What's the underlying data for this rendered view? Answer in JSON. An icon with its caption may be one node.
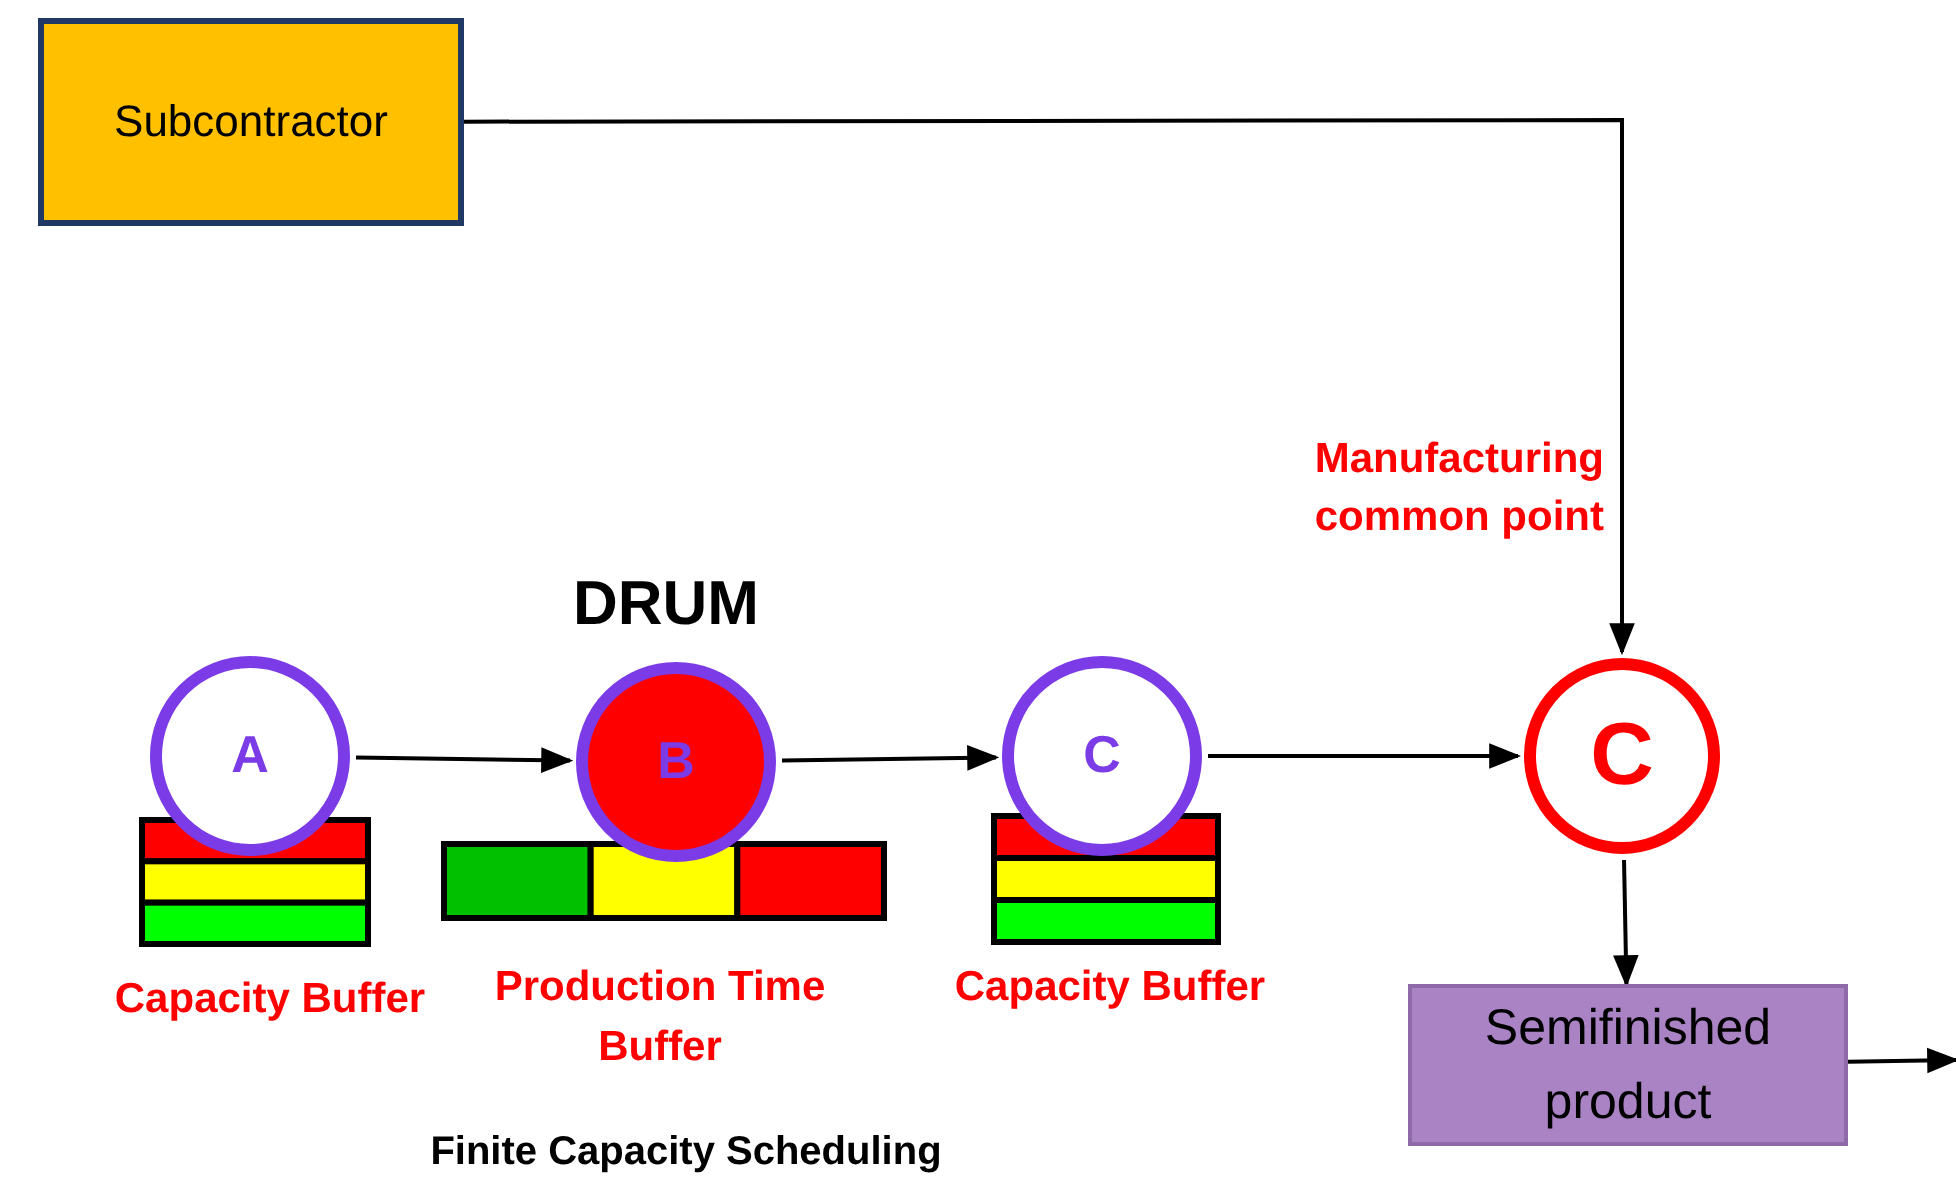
{
  "diagram": {
    "title": "Finite Capacity Scheduling",
    "nodes": [
      {
        "text": [
          "Subcontractor"
        ]
      },
      {
        "text": [
          "A"
        ],
        "beside": [
          "Capacity Buffer"
        ]
      },
      {
        "text": [
          "B"
        ],
        "beside": [
          "DRUM",
          "Production Time Buffer"
        ]
      },
      {
        "text": [
          "C"
        ],
        "beside": [
          "Capacity Buffer"
        ]
      },
      {
        "text": [
          "C"
        ],
        "beside": [
          "Manufacturing common point"
        ]
      },
      {
        "text": [
          "Semifinished product"
        ]
      }
    ],
    "edges": [
      {
        "from": 0,
        "to": 4,
        "arrow": "to"
      },
      {
        "from": 1,
        "to": 2,
        "arrow": "to"
      },
      {
        "from": 2,
        "to": 3,
        "arrow": "to"
      },
      {
        "from": 3,
        "to": 4,
        "arrow": "to"
      },
      {
        "from": 4,
        "to": 5,
        "arrow": "to"
      },
      {
        "from": 5,
        "to": null,
        "arrow": "to"
      }
    ]
  }
}
